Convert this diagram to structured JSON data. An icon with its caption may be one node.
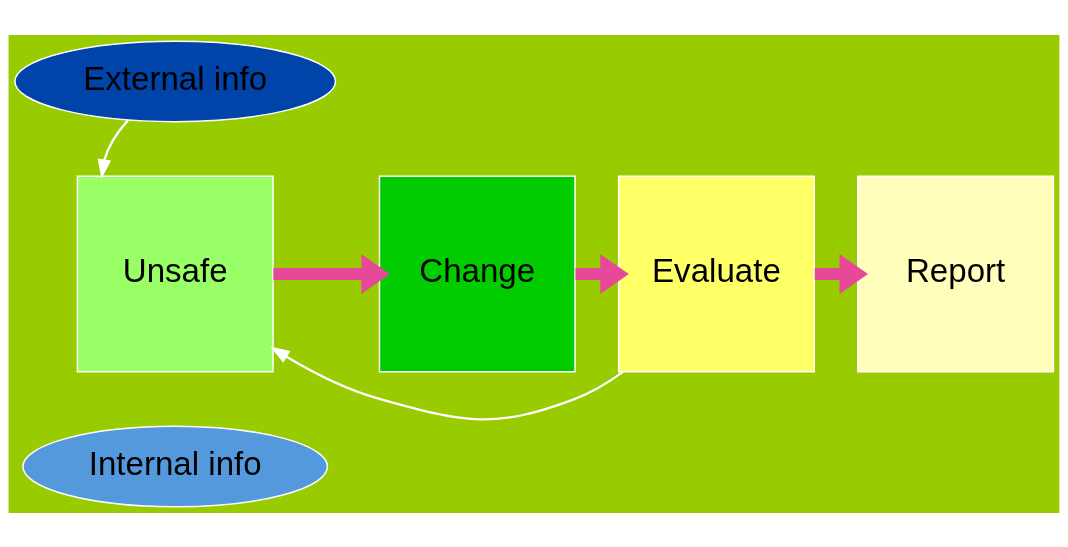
{
  "diagram": {
    "nodes": [
      {
        "text": [
          "External info"
        ]
      },
      {
        "text": [
          "Unsafe"
        ]
      },
      {
        "text": [
          "Change"
        ]
      },
      {
        "text": [
          "Evaluate"
        ]
      },
      {
        "text": [
          "Report"
        ]
      },
      {
        "text": [
          "Internal info"
        ]
      }
    ],
    "edges": [
      {
        "from": 0,
        "to": 1,
        "arrow": "to",
        "color": "#ffffff"
      },
      {
        "from": 1,
        "to": 2,
        "arrow": "to"
      },
      {
        "from": 2,
        "to": 3,
        "arrow": "to"
      },
      {
        "from": 3,
        "to": 4,
        "arrow": "to"
      },
      {
        "from": 3,
        "to": 1,
        "arrow": "to",
        "color": "#ffffff"
      }
    ]
  }
}
